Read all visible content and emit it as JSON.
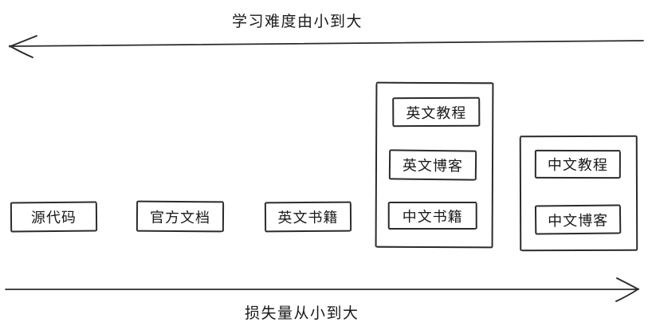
{
  "axes": {
    "top": {
      "label": "学习难度由小到大",
      "direction": "left"
    },
    "bottom": {
      "label": "损失量从小到大",
      "direction": "right"
    }
  },
  "boxes": [
    {
      "label": "源代码"
    },
    {
      "label": "官方文档"
    },
    {
      "label": "英文书籍"
    }
  ],
  "groups": [
    {
      "items": [
        {
          "label": "英文教程"
        },
        {
          "label": "英文博客"
        },
        {
          "label": "中文书籍"
        }
      ]
    },
    {
      "items": [
        {
          "label": "中文教程"
        },
        {
          "label": "中文博客"
        }
      ]
    }
  ],
  "colors": {
    "stroke": "#2b2b2b",
    "text": "#1a1a1a",
    "background": "#ffffff"
  }
}
